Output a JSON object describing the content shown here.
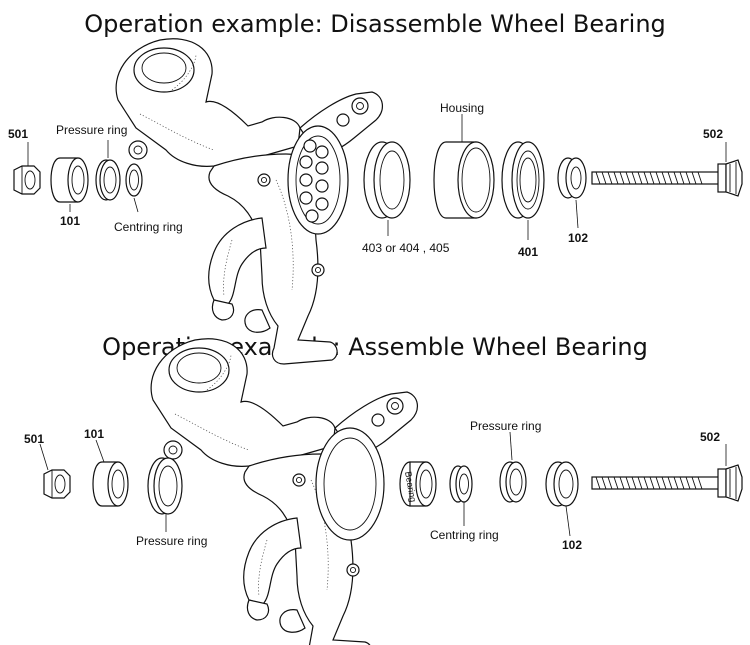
{
  "disassemble": {
    "title": "Operation example: Disassemble Wheel Bearing",
    "labels": {
      "p501": "501",
      "p101": "101",
      "pressure_ring": "Pressure ring",
      "centring_ring": "Centring ring",
      "housing": "Housing",
      "p403": "403 or 404 , 405",
      "p401": "401",
      "p102": "102",
      "p502": "502"
    }
  },
  "assemble": {
    "title": "Operation example: Assemble Wheel Bearing",
    "labels": {
      "p501": "501",
      "p101": "101",
      "pressure_ring_left": "Pressure ring",
      "bearing": "Bearing",
      "centring_ring": "Centring ring",
      "pressure_ring_right": "Pressure ring",
      "p102": "102",
      "p502": "502"
    }
  }
}
